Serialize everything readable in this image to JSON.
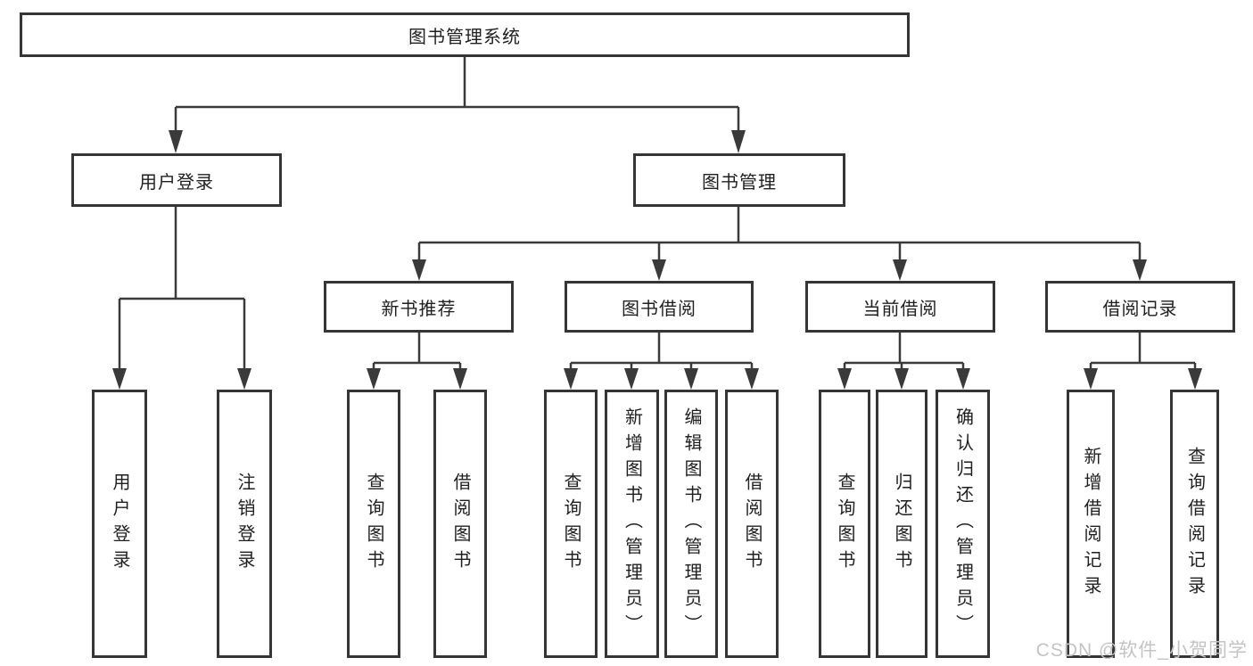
{
  "diagram_type": "tree-hierarchy",
  "tree": {
    "root": {
      "label": "图书管理系统"
    },
    "user_login": {
      "label": "用户登录",
      "children": [
        {
          "label": "用户登录"
        },
        {
          "label": "注销登录"
        }
      ]
    },
    "book_management": {
      "label": "图书管理",
      "groups": [
        {
          "label": "新书推荐",
          "children": [
            {
              "label": "查询图书"
            },
            {
              "label": "借阅图书"
            }
          ]
        },
        {
          "label": "图书借阅",
          "children": [
            {
              "label": "查询图书"
            },
            {
              "label": "新增图书（管理员）"
            },
            {
              "label": "编辑图书（管理员）"
            },
            {
              "label": "借阅图书"
            }
          ]
        },
        {
          "label": "当前借阅",
          "children": [
            {
              "label": "查询图书"
            },
            {
              "label": "归还图书"
            },
            {
              "label": "确认归还（管理员）"
            }
          ]
        },
        {
          "label": "借阅记录",
          "children": [
            {
              "label": "新增借阅记录"
            },
            {
              "label": "查询借阅记录"
            }
          ]
        }
      ]
    }
  },
  "watermark": "CSDN @软件_小贺同学",
  "colors": {
    "line": "#3a3a3a",
    "box_border": "#353535",
    "text": "#1f1f1f",
    "watermark": "#c3c3c3",
    "background": "#ffffff"
  }
}
